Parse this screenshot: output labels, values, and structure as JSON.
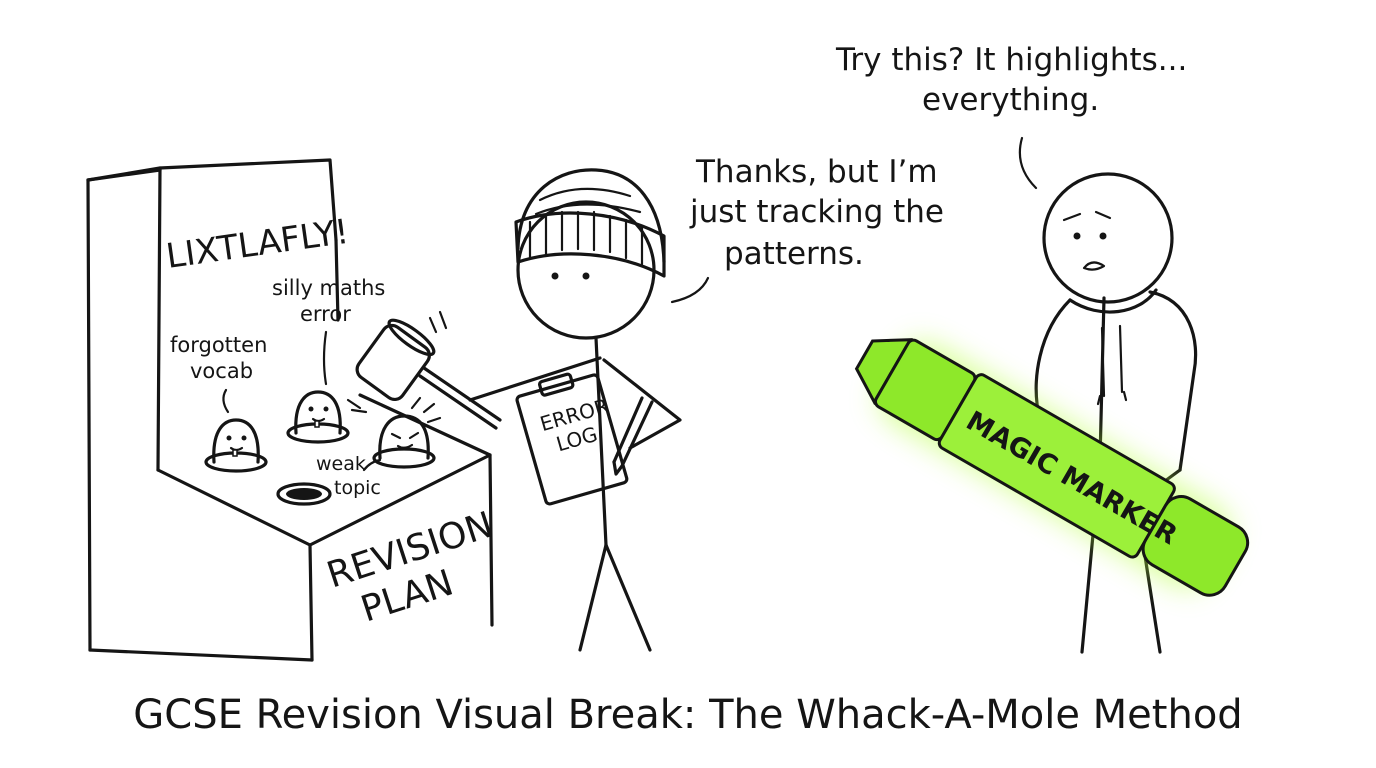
{
  "caption": "GCSE Revision Visual Break: The Whack-A-Mole Method",
  "machine": {
    "top_label": "LIXTLAFLY!",
    "front_label_line1": "REVISION",
    "front_label_line2": "PLAN"
  },
  "mole_labels": {
    "forgotten_vocab_line1": "forgotten",
    "forgotten_vocab_line2": "vocab",
    "silly_maths_line1": "silly maths",
    "silly_maths_line2": "error",
    "weak_topic_line1": "weak",
    "weak_topic_line2": "topic"
  },
  "clipboard": {
    "line1": "ERROR",
    "line2": "LOG"
  },
  "speech_left": {
    "line1": "Thanks, but I’m",
    "line2": "just tracking the",
    "line3": "patterns."
  },
  "speech_right": {
    "line1": "Try this? It highlights...",
    "line2": "everything."
  },
  "marker_label": "MAGIC MARKER",
  "colors": {
    "ink": "#151515",
    "highlighter_green": "#8ee82a",
    "glow_green": "#b6ff3c"
  }
}
